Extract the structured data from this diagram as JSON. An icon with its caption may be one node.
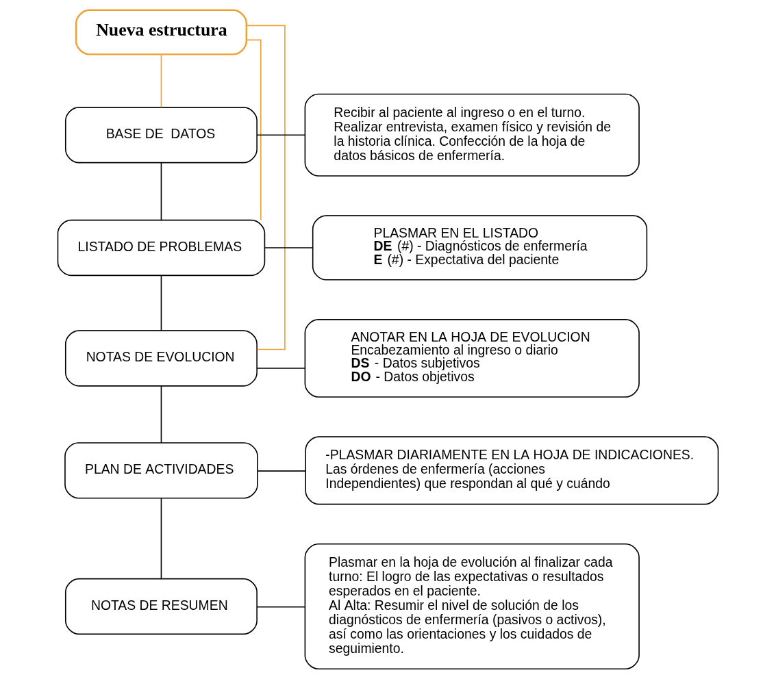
{
  "diagram": {
    "nodes": [
      {
        "text": [
          "Nueva estructura"
        ]
      },
      {
        "text": [
          "BASE DE  DATOS"
        ]
      },
      {
        "text": [
          "Recibir al paciente al ingreso o en el turno. Realizar entrevista, examen físico y revisión de la historia clínica. Confección de la hoja de datos básicos de enfermería."
        ]
      },
      {
        "text": [
          "LISTADO DE PROBLEMAS"
        ]
      },
      {
        "text": [
          "PLASMAR EN EL LISTADO",
          "**DE** (#) - Diagnósticos de enfermería",
          "**E** (#) - Expectativa del paciente"
        ]
      },
      {
        "text": [
          "NOTAS DE EVOLUCION"
        ]
      },
      {
        "text": [
          "ANOTAR EN LA HOJA DE EVOLUCION",
          "Encabezamiento al ingreso o diario",
          "**DS** - Datos subjetivos",
          "**DO** - Datos objetivos"
        ]
      },
      {
        "text": [
          "PLAN DE ACTIVIDADES"
        ]
      },
      {
        "text": [
          "-PLASMAR DIARIAMENTE EN LA HOJA DE INDICACIONES.",
          "Las órdenes de enfermería (acciones Independientes) que respondan al qué y cuándo"
        ]
      },
      {
        "text": [
          "NOTAS DE RESUMEN"
        ]
      },
      {
        "text": [
          "Plasmar en la hoja de evolución al finalizar cada turno: El logro de las expectativas o resultados esperados en el paciente.",
          "Al Alta: Resumir el nivel de solución de los diagnósticos de enfermería (pasivos o activos), así como las orientaciones y los cuidados de seguimiento."
        ]
      }
    ],
    "edges": [
      {
        "from": 0,
        "to": 1,
        "arrow": "none",
        "color": "#f0a030"
      },
      {
        "from": 0,
        "to": 3,
        "arrow": "none",
        "color": "#f0a030"
      },
      {
        "from": 0,
        "to": 5,
        "arrow": "none",
        "color": "#f0a030"
      },
      {
        "from": 1,
        "to": 3,
        "arrow": "none"
      },
      {
        "from": 3,
        "to": 5,
        "arrow": "none"
      },
      {
        "from": 5,
        "to": 7,
        "arrow": "none"
      },
      {
        "from": 7,
        "to": 9,
        "arrow": "none"
      },
      {
        "from": 1,
        "to": 2,
        "arrow": "none"
      },
      {
        "from": 3,
        "to": 4,
        "arrow": "none"
      },
      {
        "from": 5,
        "to": 6,
        "arrow": "none"
      },
      {
        "from": 7,
        "to": 8,
        "arrow": "none"
      },
      {
        "from": 9,
        "to": 10,
        "arrow": "none"
      }
    ]
  }
}
